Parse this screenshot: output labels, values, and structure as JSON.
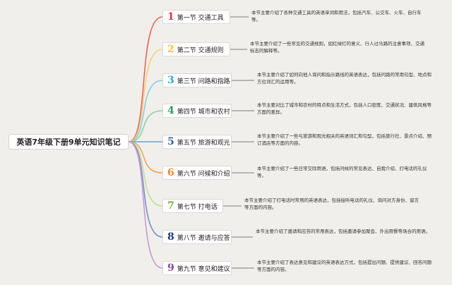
{
  "root": "英语7年级下册9单元知识笔记",
  "sections": [
    {
      "num": "1",
      "label": "第一节 交通工具",
      "color": "#e0324b",
      "desc": "本节主要介绍了各种交通工具的英语单词和用法，包括汽车、公交车、火车、自行车等。"
    },
    {
      "num": "2",
      "label": "第二节 交通规则",
      "color": "#f5c04a",
      "desc": "本节主要介绍了一些常见的交通规则，如红绿灯的意义、行人过马路的注意事项、交通标志的解释等。"
    },
    {
      "num": "3",
      "label": "第三节 问路和指路",
      "color": "#2aa9de",
      "desc": "本节主要介绍了如何向他人询问和指示路线的英语表达，包括问路的常用句型、地点和方位词汇的运用等。"
    },
    {
      "num": "4",
      "label": "第四节 城市和农村",
      "color": "#2f9b57",
      "desc": "本节主要对比了城市和农村的特点和生活方式，包括人口密度、交通状况、建筑风格等方面的差异。"
    },
    {
      "num": "5",
      "label": "第五节 旅游和观光",
      "color": "#2b5fa7",
      "desc": "本节主要介绍了一些与旅游和观光相关的英语词汇和句型，包括旅行社、景点介绍、预订酒店等方面的内容。"
    },
    {
      "num": "6",
      "label": "第六节 问候和介绍",
      "color": "#f08a27",
      "desc": "本节主要介绍了一些日常交际用语，包括问候的常见表达、自我介绍、打电话的礼仪等。"
    },
    {
      "num": "7",
      "label": "第七节 打电话",
      "color": "#7ab33e",
      "desc": "本节主要介绍了打电话时常用的英语表达，包括接听电话的礼仪、询问对方身份、留言等方面的内容。"
    },
    {
      "num": "8",
      "label": "第八节 邀请与应答",
      "color": "#183a74",
      "desc": "本节主要介绍了邀请和应答的常用表达，包括邀请参加聚会、外出用餐等场合的用语。"
    },
    {
      "num": "9",
      "label": "第九节 意见和建议",
      "color": "#8a4aa6",
      "desc": "本节主要介绍了表达意见和建议的英语表达方式，包括提出问题、提供建议、回答问题等方面的内容。"
    }
  ],
  "branch_colors": [
    "#f0605a",
    "#f7d26a",
    "#7fcdf0",
    "#8bd1a2",
    "#6f9fd6",
    "#f5a25a",
    "#bfe18c",
    "#7d8fc4",
    "#c39bd3"
  ]
}
